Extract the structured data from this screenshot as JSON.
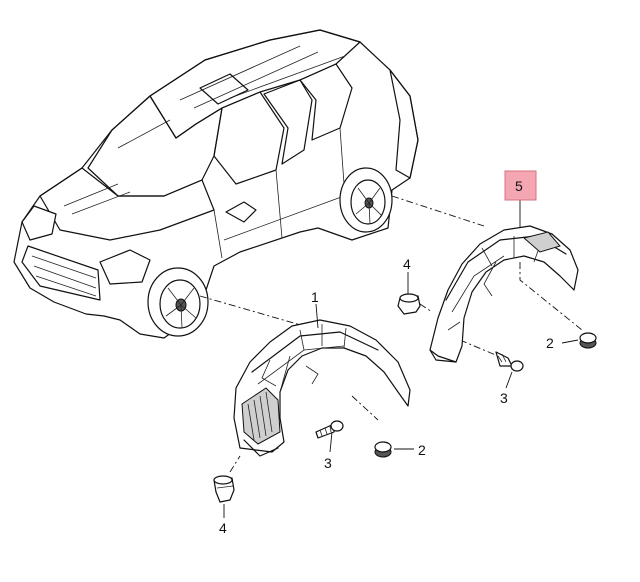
{
  "callouts": {
    "part1": "1",
    "part2_front": "2",
    "part2_rear": "2",
    "part3_front": "3",
    "part3_rear": "3",
    "part4_front": "4",
    "part4_rear": "4",
    "part5": "5"
  },
  "highlight_color": "#f4a7b2"
}
